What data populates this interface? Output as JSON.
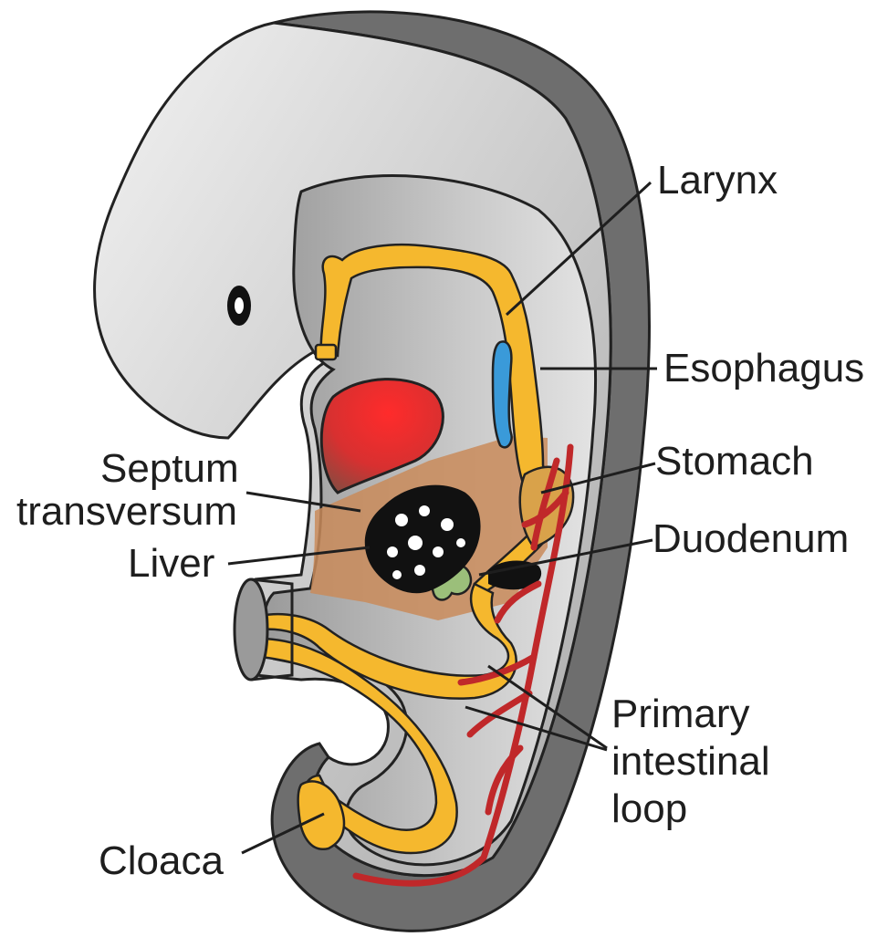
{
  "diagram": {
    "labels": {
      "larynx": "Larynx",
      "esophagus": "Esophagus",
      "septum_line1": "Septum",
      "septum_line2": "transversum",
      "stomach": "Stomach",
      "liver": "Liver",
      "duodenum": "Duodenum",
      "primary_line1": "Primary",
      "primary_line2": "intestinal",
      "primary_line3": "loop",
      "cloaca": "Cloaca"
    },
    "colors": {
      "body_outer": "#6e6e6e",
      "body_mid": "#a6a6a6",
      "body_light": "#cfcfcf",
      "gut_tube": "#f5b82e",
      "septum": "#c98b5a",
      "heart": "#d93a3a",
      "vessel": "#c0282a",
      "liver": "#111111",
      "lung_bud": "#3a9ad9",
      "pancreas": "#9bbf7a",
      "outline": "#222222"
    }
  }
}
